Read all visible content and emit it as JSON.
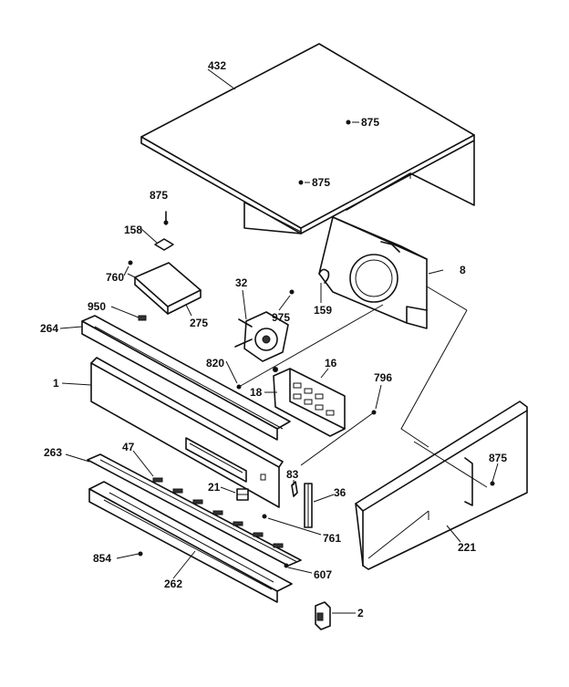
{
  "diagram": {
    "part_labels": {
      "p432": "432",
      "p875a": "875",
      "p875b": "875",
      "p875c": "875",
      "p875d": "875",
      "p158": "158",
      "p760": "760",
      "p275": "275",
      "p32": "32",
      "p975": "975",
      "p159": "159",
      "p8": "8",
      "p950": "950",
      "p264": "264",
      "p820": "820",
      "p16": "16",
      "p18": "18",
      "p796": "796",
      "p1": "1",
      "p263": "263",
      "p47": "47",
      "p21": "21",
      "p83": "83",
      "p36": "36",
      "p761": "761",
      "p854": "854",
      "p262": "262",
      "p607": "607",
      "p221": "221",
      "p2": "2"
    }
  }
}
